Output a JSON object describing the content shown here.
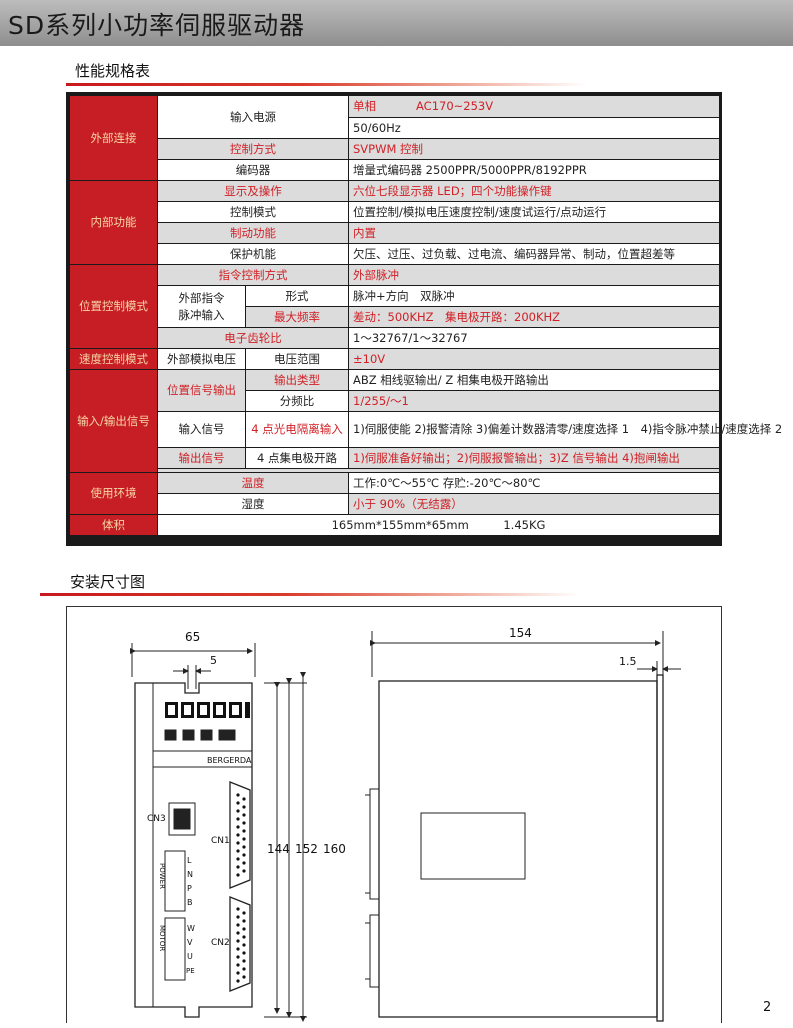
{
  "header": {
    "title": "SD系列小功率伺服驱动器"
  },
  "spec_section": {
    "title": "性能规格表",
    "rows": [
      {
        "cat": "外部连接",
        "label": "输入电源",
        "value_a": "单相",
        "value_b": "AC170~253V"
      },
      {
        "value": "50/60Hz"
      },
      {
        "label": "控制方式",
        "value": "SVPWM 控制"
      },
      {
        "label": "编码器",
        "value": "增量式编码器 2500PPR/5000PPR/8192PPR"
      },
      {
        "cat": "内部功能",
        "label": "显示及操作",
        "value": "六位七段显示器 LED；四个功能操作键"
      },
      {
        "label": "控制模式",
        "value": "位置控制/模拟电压速度控制/速度试运行/点动运行"
      },
      {
        "label": "制动功能",
        "value": "内置"
      },
      {
        "label": "保护机能",
        "value": "欠压、过压、过负载、过电流、编码器异常、制动，位置超差等"
      },
      {
        "cat": "位置控制模式",
        "label": "指令控制方式",
        "value": "外部脉冲"
      },
      {
        "sub": "外部指令\n脉冲输入",
        "label": "形式",
        "value": "脉冲+方向　双脉冲"
      },
      {
        "label": "最大频率",
        "value": "差动：500KHZ　集电极开路：200KHZ"
      },
      {
        "label": "电子齿轮比",
        "value": "1～32767/1～32767"
      },
      {
        "cat": "速度控制模式",
        "sub": "外部模拟电压",
        "label": "电压范围",
        "value": "±10V"
      },
      {
        "cat": "输入/输出信号",
        "sub": "位置信号输出",
        "label": "输出类型",
        "value": "ABZ 相线驱输出/ Z 相集电极开路输出"
      },
      {
        "label": "分频比",
        "value": "1/255/～1"
      },
      {
        "sub": "输入信号",
        "label": "4 点光电隔离输入",
        "value": "1)伺服使能 2)报警清除 3)偏差计数器清零/速度选择 1　4)指令脉冲禁止/速度选择 2"
      },
      {
        "sub": "输出信号",
        "label": "4 点集电极开路",
        "value": "1)伺服准备好输出；2)伺服报警输出；3)Z 信号输出 4)抱闸输出"
      },
      {
        "cat": "使用环境",
        "label": "温度",
        "value": "工作:0℃～55℃ 存贮:-20℃～80℃"
      },
      {
        "label": "湿度",
        "value": "小于 90%（无结露）"
      },
      {
        "cat": "体积",
        "value": "165mm*155mm*65mm　　　1.45KG"
      }
    ]
  },
  "install_section": {
    "title": "安装尺寸图",
    "dims": {
      "w65": "65",
      "w5": "5",
      "h144": "144",
      "h152": "152",
      "h160": "160",
      "d154": "154",
      "d15": "1.5"
    },
    "labels": {
      "cn3": "CN3",
      "cn1": "CN1",
      "cn2": "CN2",
      "brand": "BERGERDA",
      "power": "POWER",
      "motor": "MOTOR",
      "t1": "L",
      "t2": "N",
      "t3": "P",
      "t4": "B",
      "m1": "W",
      "m2": "V",
      "m3": "U",
      "m4": "PE"
    }
  },
  "page_number": "2",
  "colors": {
    "red": "#c61e24",
    "gray": "#dcdcdc",
    "cat_text": "#f7d6a6",
    "red_text": "#d11f25"
  }
}
